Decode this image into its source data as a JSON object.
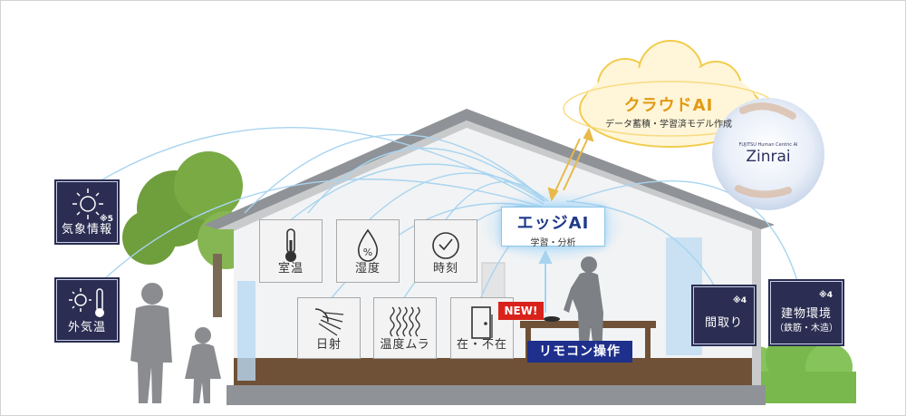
{
  "cloud": {
    "title": "クラウドAI",
    "subtitle": "データ蓄積・学習済モデル作成"
  },
  "zinrai": {
    "small_text": "FUJITSU Human Centric AI",
    "name": "Zinrai"
  },
  "edge": {
    "title": "エッジAI",
    "subtitle": "学習・分析"
  },
  "outside_sensors": [
    {
      "label": "気象情報",
      "note": "※5",
      "icon": "sun-icon"
    },
    {
      "label": "外気温",
      "note": "",
      "icon": "sun-thermometer-icon"
    }
  ],
  "indoor_sensors": [
    {
      "label": "室温",
      "icon": "thermometer-icon"
    },
    {
      "label": "湿度",
      "icon": "humidity-drop-icon"
    },
    {
      "label": "時刻",
      "icon": "clock-icon"
    },
    {
      "label": "日射",
      "icon": "sun-rays-icon"
    },
    {
      "label": "温度ムラ",
      "icon": "heat-waves-icon"
    },
    {
      "label": "在・不在",
      "icon": "door-icon"
    }
  ],
  "building_info": [
    {
      "label": "間取り",
      "sublabel": "",
      "note": "※4"
    },
    {
      "label": "建物環境",
      "sublabel": "（鉄筋・木造）",
      "note": "※4"
    }
  ],
  "remote": {
    "label": "リモコン操作",
    "badge": "NEW!"
  },
  "colors": {
    "cloud_accent": "#e19a12",
    "edge_title": "#1f3a8a",
    "remote_bg": "#1e2f8c",
    "dark_card": "#2b2e52",
    "badge": "#d9221b",
    "link_line": "#a8d4f0"
  }
}
